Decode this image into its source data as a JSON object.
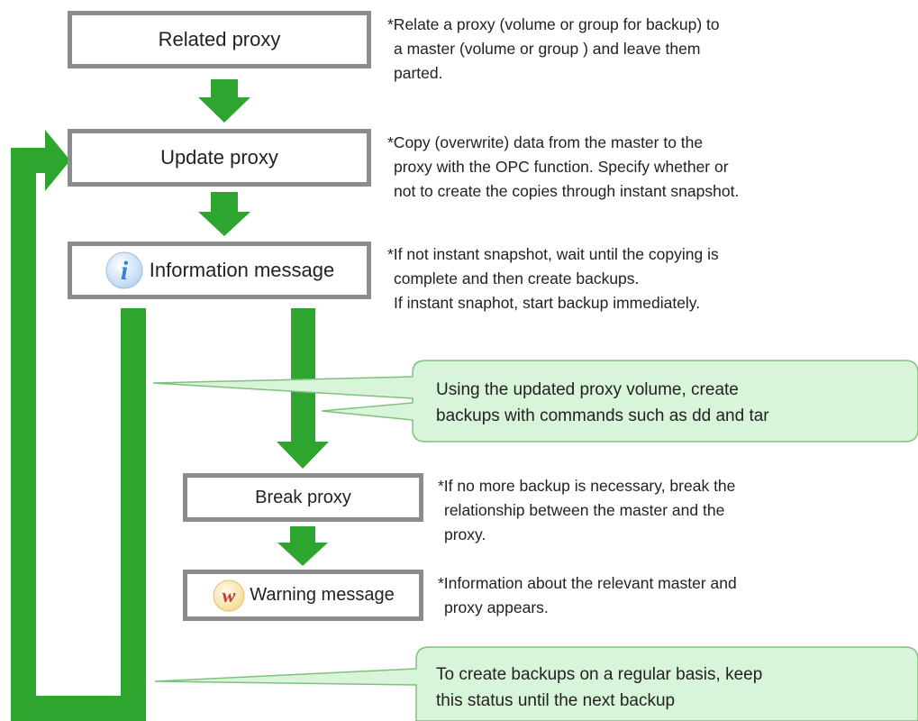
{
  "colors": {
    "arrow": "#2ea52e",
    "box_border": "#8c8c8c",
    "callout_fill": "#d9f5d9",
    "callout_border": "#7fc07f",
    "info_icon": "#3b7fd6",
    "warning_icon": "#c23a3a"
  },
  "steps": {
    "related": {
      "label": "Related proxy"
    },
    "update": {
      "label": "Update proxy"
    },
    "info": {
      "label": "Information message",
      "icon": "info-icon",
      "glyph": "i"
    },
    "break": {
      "label": "Break proxy"
    },
    "warning": {
      "label": "Warning message",
      "icon": "warning-icon",
      "glyph": "w"
    }
  },
  "notes": {
    "related": [
      "*Relate a proxy (volume or group for backup) to",
      "a master (volume or group ) and leave them",
      "parted."
    ],
    "update": [
      "*Copy (overwrite) data from the master to the",
      "proxy with the OPC function. Specify whether or",
      "not to create the copies through instant snapshot."
    ],
    "info": [
      "*If not instant snapshot, wait until the copying is",
      "complete and then create backups.",
      "If instant snaphot, start backup immediately."
    ],
    "break": [
      "*If no more backup is necessary, break the",
      "relationship between the master and the",
      "proxy."
    ],
    "warning": [
      "*Information about the relevant master and",
      "proxy appears."
    ]
  },
  "callouts": {
    "backup": [
      "Using the updated proxy volume, create",
      "backups with commands such as dd and tar"
    ],
    "regular": [
      "To create backups on a regular basis, keep",
      "this status until the next backup"
    ]
  }
}
